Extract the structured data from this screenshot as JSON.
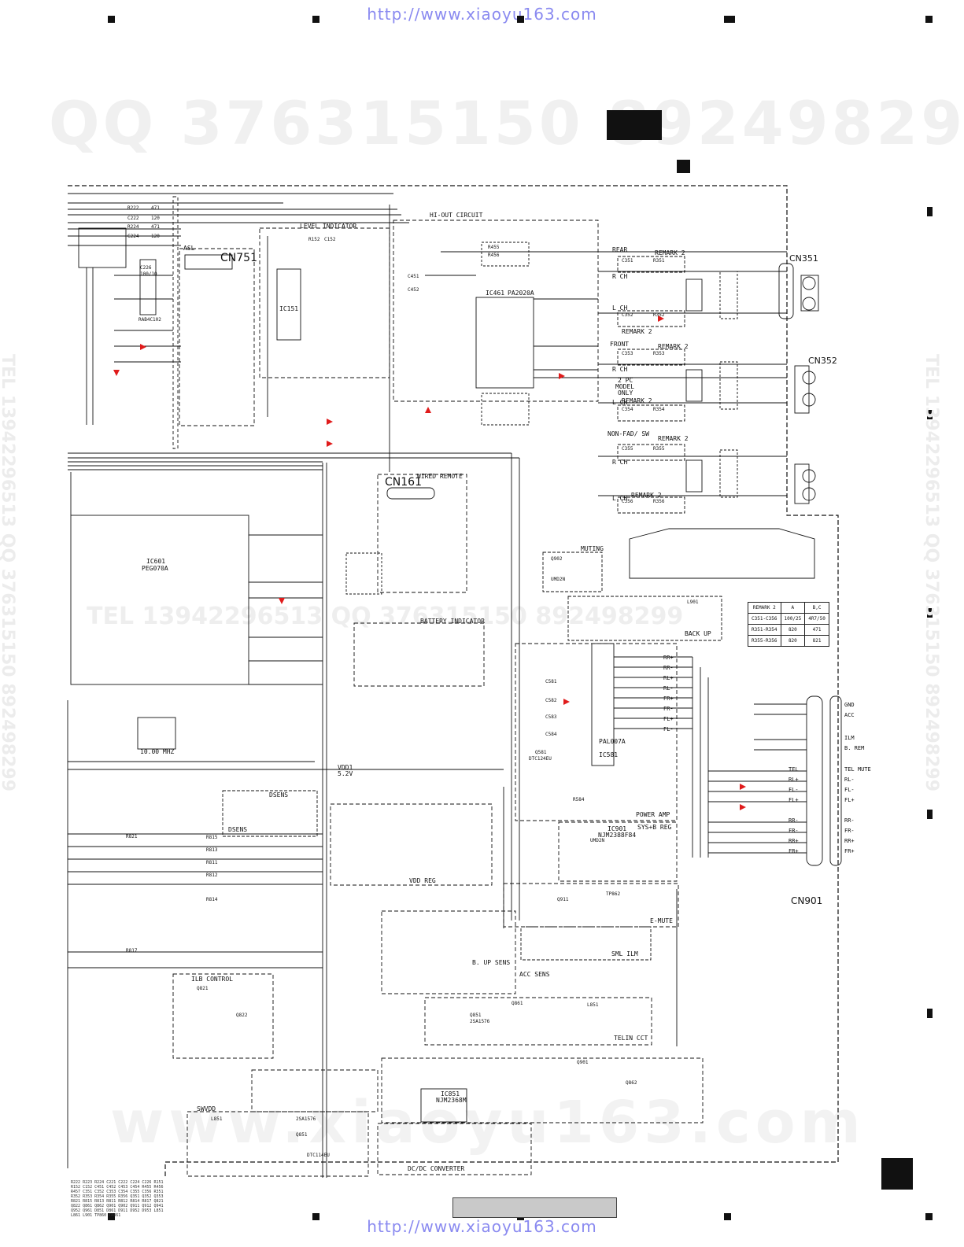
{
  "header": {
    "url_top": "http://www.xiaoyu163.com",
    "url_bottom": "http://www.xiaoyu163.com"
  },
  "watermark": {
    "qq_line": "QQ 376315150  892498299",
    "side_text": "TEL 13942296513  QQ 376315150  892498299",
    "mid_text": "TEL 13942296513  QQ 376315150  892498299",
    "bottom_text": "www.xiaoyu163.com"
  },
  "connectors": {
    "cn751": "CN751",
    "cn161": "CN161",
    "cn351": "CN351",
    "cn352": "CN352",
    "cn901": "CN901"
  },
  "blocks": {
    "level_indicator": "LEVEL INDICATOR",
    "hi_out": "HI-OUT CIRCUIT",
    "wired_remote": "WIRED REMOTE",
    "battery_indicator": "BATTERY INDICATOR",
    "muting": "MUTING",
    "back_up": "BACK UP",
    "power_amp": "POWER AMP",
    "sys_b_reg": "SYS+B REG",
    "e_mute": "E-MUTE",
    "sml_ilm": "SML ILM",
    "b_up_sens": "B. UP SENS",
    "acc_sens": "ACC SENS",
    "ilb_control": "ILB CONTROL",
    "telin_cct": "TELIN CCT",
    "vdd_reg": "VDD REG",
    "dcdc": "DC/DC CONVERTER",
    "dsens": "DSENS",
    "swvdd": "SWVDD",
    "asl": "ASL",
    "rear": "REAR",
    "front": "FRONT",
    "nonfad": "NON-FAD/ SW",
    "two_pc": "2 PC",
    "model": "MODEL",
    "only": "ONLY",
    "r_ch": "R CH",
    "l_ch": "L CH",
    "remark2": "REMARK 2"
  },
  "ics": {
    "ic601": "IC601",
    "pe": "PEG070A",
    "ic461": "IC461",
    "pa": "PA2020A",
    "ic151": "IC151",
    "ic581": "IC581",
    "pal": "PAL007A",
    "ic901": "IC901",
    "nj": "NJM2388F84",
    "ic851": "IC851",
    "nj2": "NJM2368M",
    "crystal": "10.00 MHZ"
  },
  "cn901_pins": {
    "right": [
      "GND",
      "ACC",
      "ILM",
      "B. REM",
      "TEL MUTE",
      "RL-",
      "FL-",
      "FL+",
      "RR-",
      "FR-",
      "RR+",
      "FR+"
    ],
    "left": [
      "TEL",
      "RL+",
      "FL-",
      "FL+",
      "RR-",
      "FR-",
      "RR+",
      "FR+"
    ]
  },
  "remark_table": {
    "header": [
      "REMARK 2",
      "A",
      "B,C"
    ],
    "rows": [
      [
        "C351-C356",
        "100/25",
        "4R7/50"
      ],
      [
        "R351-R354",
        "820",
        "471"
      ],
      [
        "R355-R356",
        "820",
        "821"
      ]
    ]
  },
  "amp_pins": [
    "RR+",
    "RR-",
    "RL+",
    "RL-",
    "FR+",
    "FR-",
    "FL+",
    "FL-"
  ],
  "vdd": {
    "label": "VDD1",
    "value": "5.2V"
  },
  "parts": [
    "R222",
    "R223",
    "R224",
    "C221",
    "C222",
    "C224",
    "C226",
    "R151",
    "R152",
    "C152",
    "C451",
    "C452",
    "C453",
    "C454",
    "R455",
    "R456",
    "R457",
    "C351",
    "C352",
    "C353",
    "C354",
    "C355",
    "C356",
    "R351",
    "R352",
    "R353",
    "R354",
    "R355",
    "R356",
    "Q351",
    "Q352",
    "Q353",
    "R821",
    "R815",
    "R813",
    "R811",
    "R812",
    "R814",
    "R817",
    "Q821",
    "Q822",
    "Q861",
    "Q862",
    "Q901",
    "Q902",
    "Q911",
    "Q912",
    "Q941",
    "Q952",
    "Q961",
    "D851",
    "D861",
    "D911",
    "D952",
    "D953",
    "L851",
    "L861",
    "L901",
    "TP860",
    "TP861"
  ]
}
